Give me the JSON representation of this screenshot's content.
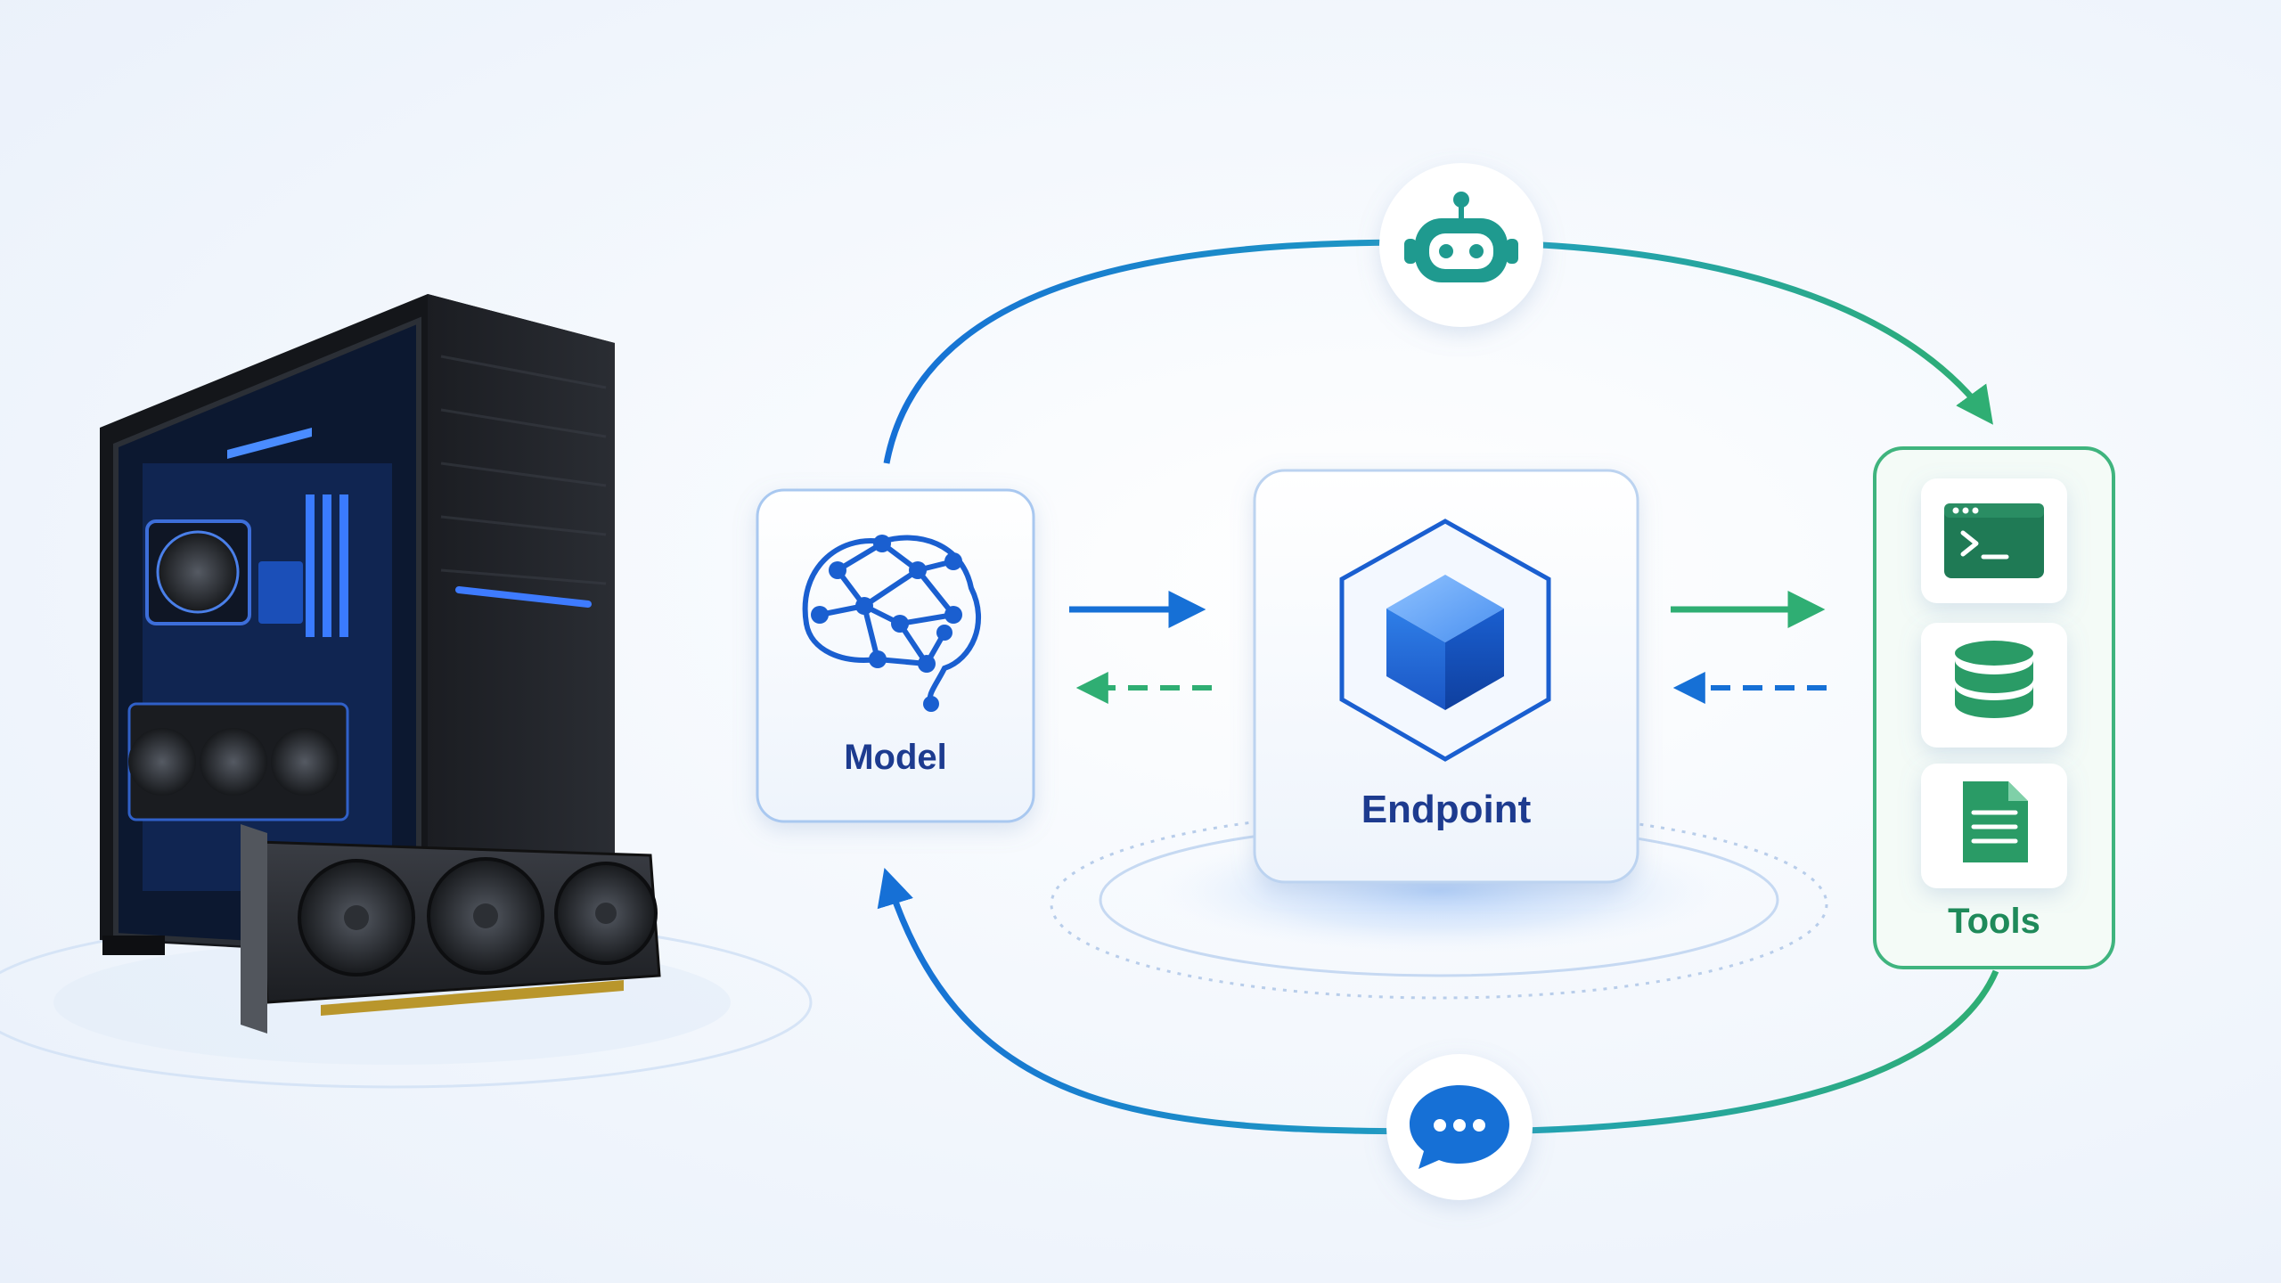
{
  "diagram": {
    "nodes": {
      "model": {
        "label": "Model",
        "icon": "brain-network-icon"
      },
      "endpoint": {
        "label": "Endpoint",
        "icon": "cube-hexagon-icon"
      },
      "tools": {
        "label": "Tools",
        "items": [
          {
            "icon": "terminal-icon"
          },
          {
            "icon": "database-icon"
          },
          {
            "icon": "document-icon"
          }
        ]
      },
      "agent": {
        "icon": "robot-icon"
      },
      "chat": {
        "icon": "chat-bubble-icon"
      },
      "hardware": {
        "icon": "pc-tower-with-gpu"
      }
    },
    "colors": {
      "blue": "#1670d6",
      "green": "#2fae73",
      "navy_text": "#1d3b8f",
      "green_text": "#1f8a5a",
      "robot": "#1f9a8f"
    }
  }
}
